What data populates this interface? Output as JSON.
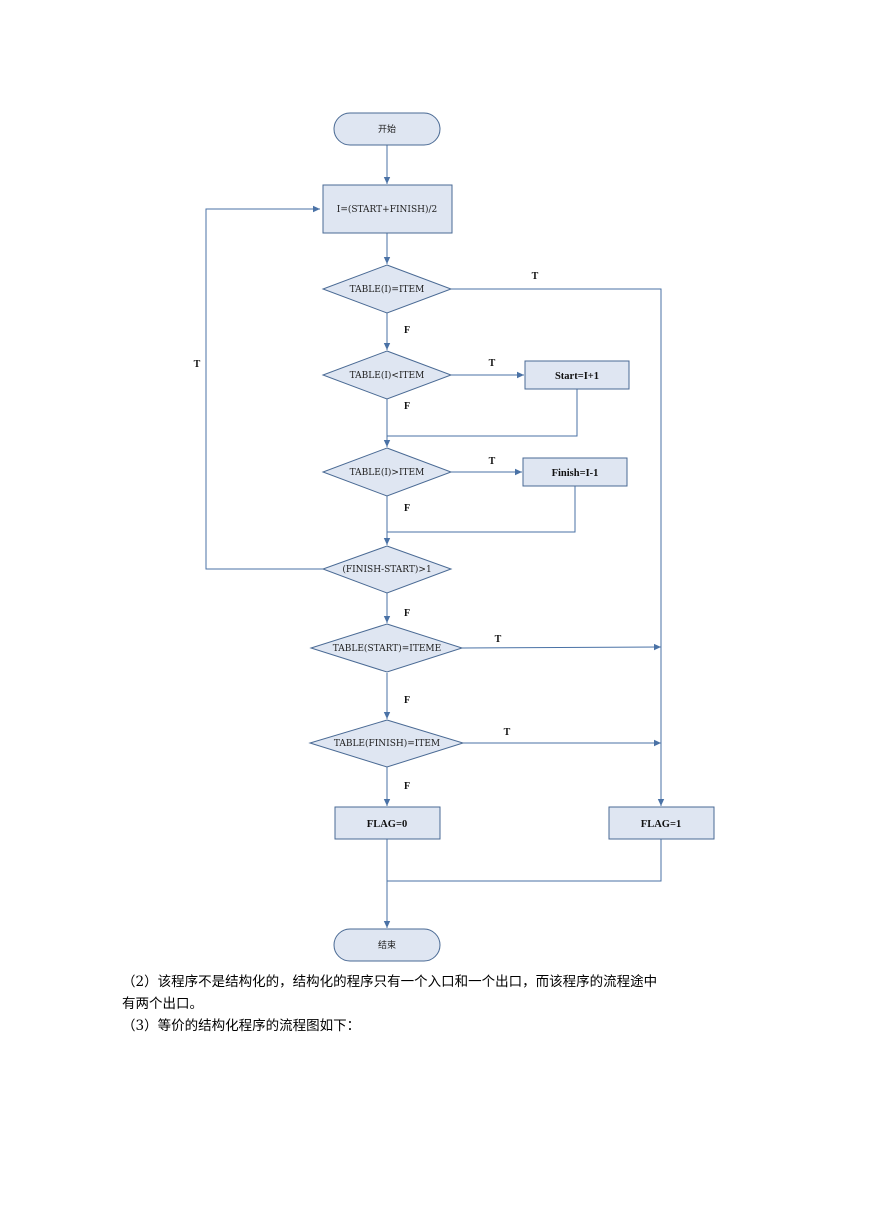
{
  "flowchart": {
    "start": "开始",
    "assign_i": "I=(START+FINISH)/2",
    "cond_equal": "TABLE(I)=ITEM",
    "cond_less": "TABLE(I)<ITEM",
    "set_start": "Start=I+1",
    "cond_greater": "TABLE(I)>ITEM",
    "set_finish": "Finish=I-1",
    "cond_range": "(FINISH-START)>1",
    "cond_start": "TABLE(START)=ITEME",
    "cond_finish": "TABLE(FINISH)=ITEM",
    "flag_zero": "FLAG=0",
    "flag_one": "FLAG=1",
    "end": "结束",
    "label_true": "T",
    "label_false": "F"
  },
  "text": {
    "para1_line1": "（2）该程序不是结构化的，结构化的程序只有一个入口和一个出口，而该程序的流程途中",
    "para1_line2": "有两个出口。",
    "para2": "（3）等价的结构化程序的流程图如下："
  }
}
